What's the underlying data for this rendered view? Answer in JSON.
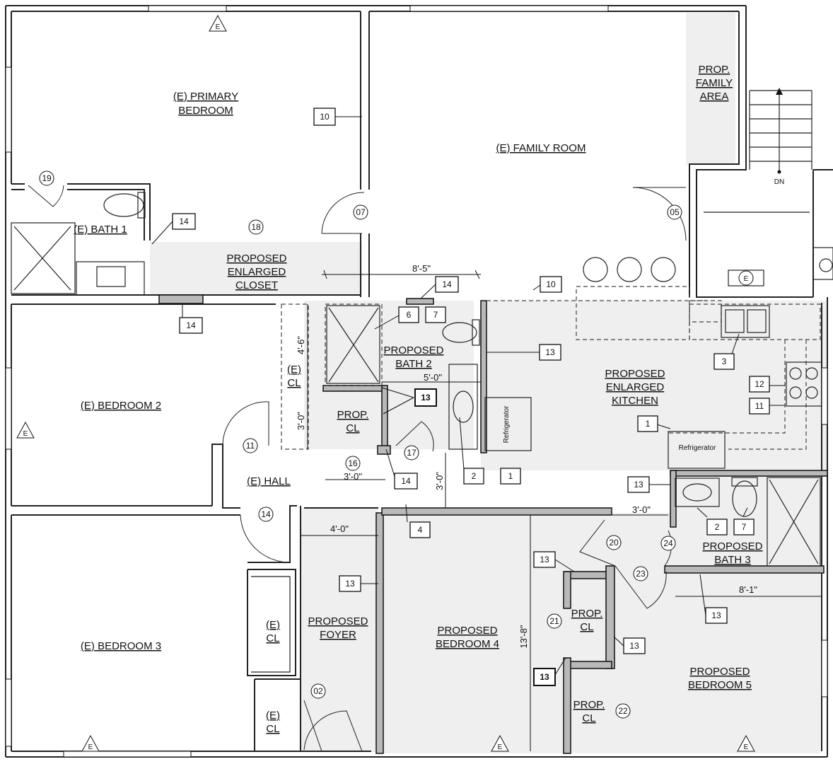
{
  "rooms": {
    "primary_bedroom": [
      "(E) PRIMARY",
      "BEDROOM"
    ],
    "family_room": "(E) FAMILY ROOM",
    "family_area": [
      "PROP.",
      "FAMILY",
      "AREA"
    ],
    "bath1": "(E) BATH 1",
    "enlarged_closet": [
      "PROPOSED",
      "ENLARGED",
      "CLOSET"
    ],
    "bath2": [
      "PROPOSED",
      "BATH 2"
    ],
    "kitchen": [
      "PROPOSED",
      "ENLARGED",
      "KITCHEN"
    ],
    "bedroom2": "(E) BEDROOM 2",
    "hall_closet": [
      "(E)",
      "CL"
    ],
    "prop_cl": [
      "PROP.",
      "CL"
    ],
    "hall": "(E) HALL",
    "bedroom3": "(E) BEDROOM 3",
    "foyer_closet1": [
      "(E)",
      "CL"
    ],
    "foyer_closet2": [
      "(E)",
      "CL"
    ],
    "foyer": [
      "PROPOSED",
      "FOYER"
    ],
    "bedroom4": [
      "PROPOSED",
      "BEDROOM 4"
    ],
    "bed4_cl": [
      "PROP.",
      "CL"
    ],
    "bed5_cl": [
      "PROP.",
      "CL"
    ],
    "bedroom5": [
      "PROPOSED",
      "BEDROOM 5"
    ],
    "bath3": [
      "PROPOSED",
      "BATH 3"
    ]
  },
  "appliances": {
    "refrigerator_vertical": "Refrigerator",
    "refrigerator_horizontal": "Refrigerator"
  },
  "stairs_label": "DN",
  "elevation_marker": "E",
  "dimensions": {
    "d1": "8'-5\"",
    "d2": "4'-6\"",
    "d3": "3'-0\"",
    "d4": "5'-0\"",
    "d5": "3'-0\"",
    "d6": "3'-0\"",
    "d7": "3'-0\"",
    "d8": "4'-0\"",
    "d9": "13'-8\"",
    "d10": "8'-1\""
  },
  "tags": {
    "t10a": "10",
    "t14a": "14",
    "t14b": "14",
    "t14c": "14",
    "t10b": "10",
    "t6": "6",
    "t7a": "7",
    "t13a": "13",
    "t3": "3",
    "t12": "12",
    "t11": "11",
    "t1a": "1",
    "t13b": "13",
    "t2a": "2",
    "t1b": "1",
    "t14d": "14",
    "t13c": "13",
    "t4": "4",
    "t2b": "2",
    "t7b": "7",
    "t13d": "13",
    "t13e": "13",
    "t13f": "13",
    "t13g": "13",
    "t13h": "13"
  },
  "door_numbers": {
    "c19": "19",
    "c07": "07",
    "c18": "18",
    "c05": "05",
    "c11": "11",
    "c16": "16",
    "c17": "17",
    "c14": "14",
    "c20": "20",
    "c24": "24",
    "c23": "23",
    "c21": "21",
    "c22": "22",
    "c02": "02"
  }
}
